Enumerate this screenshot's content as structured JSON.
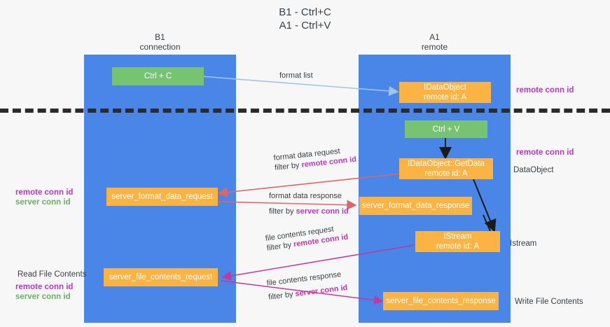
{
  "title": {
    "line1": "B1 - Ctrl+C",
    "line2": "A1 - Ctrl+V"
  },
  "lanes": [
    {
      "id": "b1",
      "name": "B1",
      "role": "connection",
      "color": "#4a86e8"
    },
    {
      "id": "a1",
      "name": "A1",
      "role": "remote",
      "color": "#4a86e8"
    }
  ],
  "colors": {
    "lane": "#4a86e8",
    "node_green": "#76c472",
    "node_orange": "#fbb344",
    "keyword_purple": "#b738c6",
    "keyword_green": "#68b35f",
    "keyword_magenta": "#c2389f",
    "arrow_blue": "#9fc5e8",
    "arrow_red": "#e06666",
    "arrow_black": "#1a1a1a",
    "arrow_magenta": "#c2389f",
    "divider": "#2b2b2b",
    "background": "#f7f7f7"
  },
  "nodes": {
    "ctrl_c": {
      "label": "Ctrl + C",
      "color": "green"
    },
    "ctrl_v": {
      "label": "Ctrl + V",
      "color": "green"
    },
    "idataobject": {
      "line1": "IDataObject",
      "line2": "remote id: A",
      "color": "orange"
    },
    "getdata": {
      "line1": "IDataObject::GetData",
      "line2": "remote id: A",
      "color": "orange"
    },
    "istream": {
      "line1": "IStream",
      "line2": "remote id: A",
      "color": "orange"
    },
    "server_format_data_request": {
      "label": "server_format_data_request",
      "color": "orange"
    },
    "server_format_data_response": {
      "label": "server_format_data_response",
      "color": "orange"
    },
    "server_file_contents_request": {
      "label": "server_file_contents_request",
      "color": "orange"
    },
    "server_file_contents_response": {
      "label": "server_file_contents_response",
      "color": "orange"
    }
  },
  "edges": [
    {
      "id": "format-list",
      "label": "format list",
      "from": "ctrl_c",
      "to": "idataobject",
      "color": "#9fc5e8"
    },
    {
      "id": "format-data-request",
      "label_line1": "format data request",
      "label_line2_prefix": "filter by ",
      "label_line2_keyword": "remote conn id",
      "from": "getdata",
      "to": "server_format_data_request",
      "color": "#e06666"
    },
    {
      "id": "format-data-response",
      "label_line1": "format data response",
      "label_line2_prefix": "filter by ",
      "label_line2_keyword": "server conn id",
      "from": "server_format_data_request",
      "to": "server_format_data_response",
      "color": "#e06666"
    },
    {
      "id": "file-contents-request",
      "label_line1": "file contents request",
      "label_line2_prefix": "filter by ",
      "label_line2_keyword": "remote conn id",
      "from": "istream",
      "to": "server_file_contents_request",
      "color": "#c2389f"
    },
    {
      "id": "file-contents-response",
      "label_line1": "file contents response",
      "label_line2_prefix": "filter by ",
      "label_line2_keyword": "server conn id",
      "from": "server_file_contents_request",
      "to": "server_file_contents_response",
      "color": "#c2389f"
    }
  ],
  "annotations": {
    "right_top_remote_conn_id": "remote conn id",
    "right_mid_remote_conn_id": "remote conn id",
    "right_dataobject": "DataObject",
    "right_istream": "Istream",
    "right_write_file_contents": "Write File Contents",
    "left_remote_conn_id": "remote conn id",
    "left_server_conn_id": "server conn id",
    "left_read_file_contents": "Read File Contents",
    "left_bottom_remote_conn_id": "remote conn id",
    "left_bottom_server_conn_id": "server conn id"
  }
}
